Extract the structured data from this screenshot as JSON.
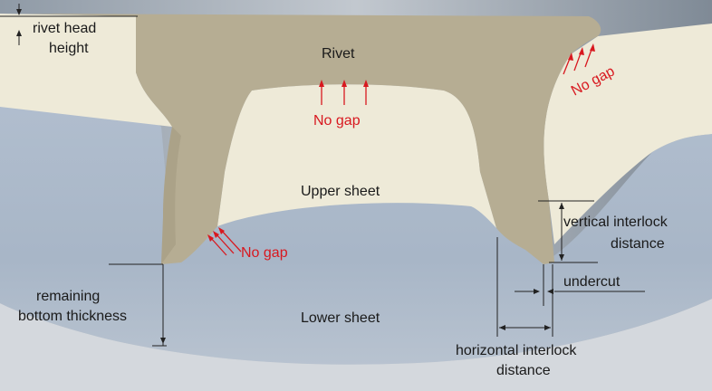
{
  "figure": {
    "colors": {
      "rivet": "#b6ad93",
      "upper_sheet": "#eeead8",
      "lower_sheet": "#a9b7c8",
      "annotation_red": "#d8181f",
      "dimension_line": "#222222"
    },
    "labels": {
      "rivet": "Rivet",
      "upper_sheet": "Upper sheet",
      "lower_sheet": "Lower sheet",
      "rivet_head_height_line1": "rivet head",
      "rivet_head_height_line2": "height",
      "vertical_interlock_line1": "vertical interlock",
      "vertical_interlock_line2": "distance",
      "undercut": "undercut",
      "horizontal_interlock_line1": "horizontal interlock",
      "horizontal_interlock_line2": "distance",
      "remaining_bottom_line1": "remaining",
      "remaining_bottom_line2": "bottom thickness",
      "no_gap_center": "No gap",
      "no_gap_left": "No gap",
      "no_gap_right": "No gap"
    }
  }
}
